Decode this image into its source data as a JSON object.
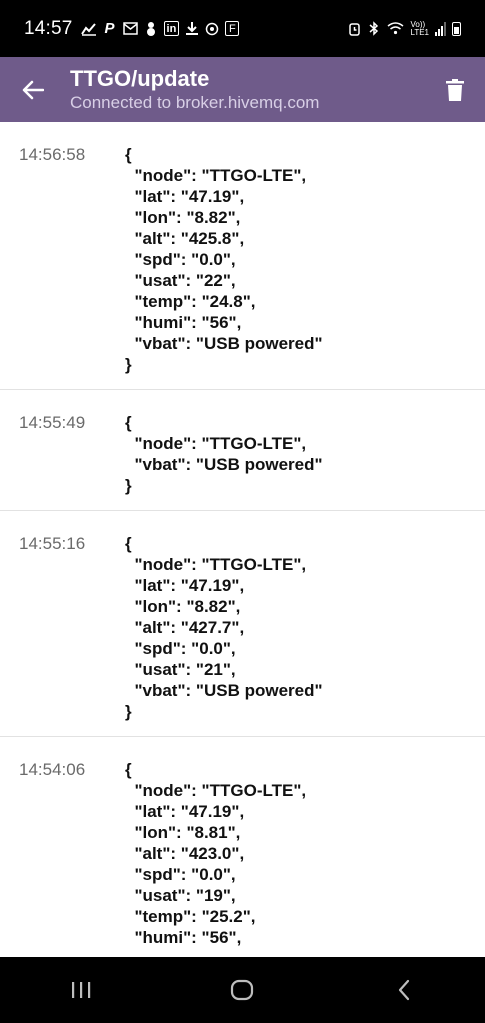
{
  "status_bar": {
    "time": "14:57",
    "volte": "Vo))",
    "lte": "LTE1",
    "f_label": "F"
  },
  "app_bar": {
    "title": "TTGO/update",
    "subtitle": "Connected to broker.hivemq.com"
  },
  "messages": [
    {
      "time": "14:56:58",
      "body": "{\n  \"node\": \"TTGO-LTE\",\n  \"lat\": \"47.19\",\n  \"lon\": \"8.82\",\n  \"alt\": \"425.8\",\n  \"spd\": \"0.0\",\n  \"usat\": \"22\",\n  \"temp\": \"24.8\",\n  \"humi\": \"56\",\n  \"vbat\": \"USB powered\"\n}"
    },
    {
      "time": "14:55:49",
      "body": "{\n  \"node\": \"TTGO-LTE\",\n  \"vbat\": \"USB powered\"\n}"
    },
    {
      "time": "14:55:16",
      "body": "{\n  \"node\": \"TTGO-LTE\",\n  \"lat\": \"47.19\",\n  \"lon\": \"8.82\",\n  \"alt\": \"427.7\",\n  \"spd\": \"0.0\",\n  \"usat\": \"21\",\n  \"vbat\": \"USB powered\"\n}"
    },
    {
      "time": "14:54:06",
      "body": "{\n  \"node\": \"TTGO-LTE\",\n  \"lat\": \"47.19\",\n  \"lon\": \"8.81\",\n  \"alt\": \"423.0\",\n  \"spd\": \"0.0\",\n  \"usat\": \"19\",\n  \"temp\": \"25.2\",\n  \"humi\": \"56\","
    }
  ],
  "colors": {
    "app_bar": "#6f5b8a",
    "subtitle": "#d8cfe6",
    "background": "#ffffff",
    "divider": "#e2e2e2"
  },
  "icons": {
    "back": "arrow-left-icon",
    "delete": "trash-icon",
    "nav_recent": "recent-apps-icon",
    "nav_home": "home-icon",
    "nav_back": "nav-back-icon"
  }
}
